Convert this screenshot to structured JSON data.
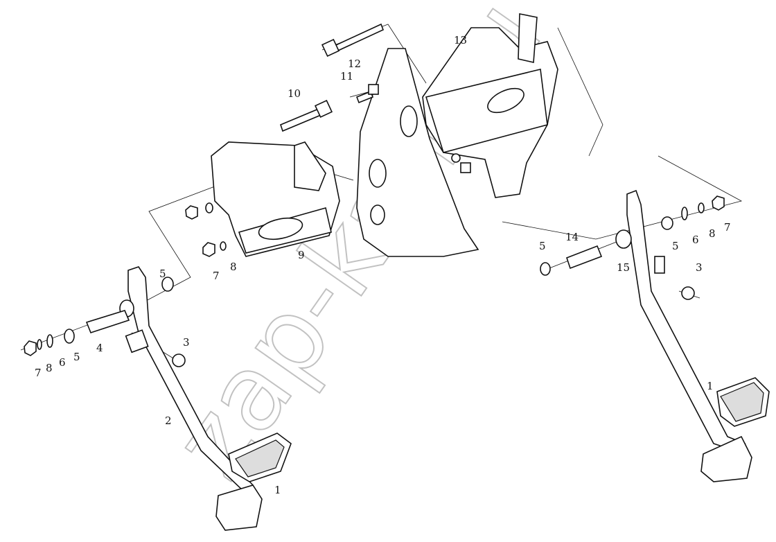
{
  "diagram": {
    "watermark": "zap-kan.ru",
    "callouts": [
      {
        "id": "1",
        "part": "pedal-pad-left"
      },
      {
        "id": "1",
        "part": "pedal-pad-right"
      },
      {
        "id": "2",
        "part": "clutch-pedal-arm"
      },
      {
        "id": "3",
        "part": "stopper-left"
      },
      {
        "id": "3",
        "part": "stopper-right"
      },
      {
        "id": "4",
        "part": "spacer-tube-left"
      },
      {
        "id": "5",
        "part": "bushing-left-outer"
      },
      {
        "id": "5",
        "part": "bushing-left-inner"
      },
      {
        "id": "5",
        "part": "bushing-right-outer"
      },
      {
        "id": "5",
        "part": "bushing-right-inner"
      },
      {
        "id": "6",
        "part": "washer-left"
      },
      {
        "id": "6",
        "part": "washer-right"
      },
      {
        "id": "7",
        "part": "nut-left"
      },
      {
        "id": "7",
        "part": "nut-bracket"
      },
      {
        "id": "7",
        "part": "nut-right"
      },
      {
        "id": "8",
        "part": "spring-washer-left"
      },
      {
        "id": "8",
        "part": "spring-washer-bracket"
      },
      {
        "id": "8",
        "part": "spring-washer-right"
      },
      {
        "id": "9",
        "part": "clutch-bracket"
      },
      {
        "id": "10",
        "part": "bolt-clutch"
      },
      {
        "id": "11",
        "part": "bolt-small"
      },
      {
        "id": "12",
        "part": "bolt-upper"
      },
      {
        "id": "13",
        "part": "brake-bracket"
      },
      {
        "id": "14",
        "part": "spacer-tube-right"
      },
      {
        "id": "15",
        "part": "brake-pedal-arm"
      }
    ]
  }
}
